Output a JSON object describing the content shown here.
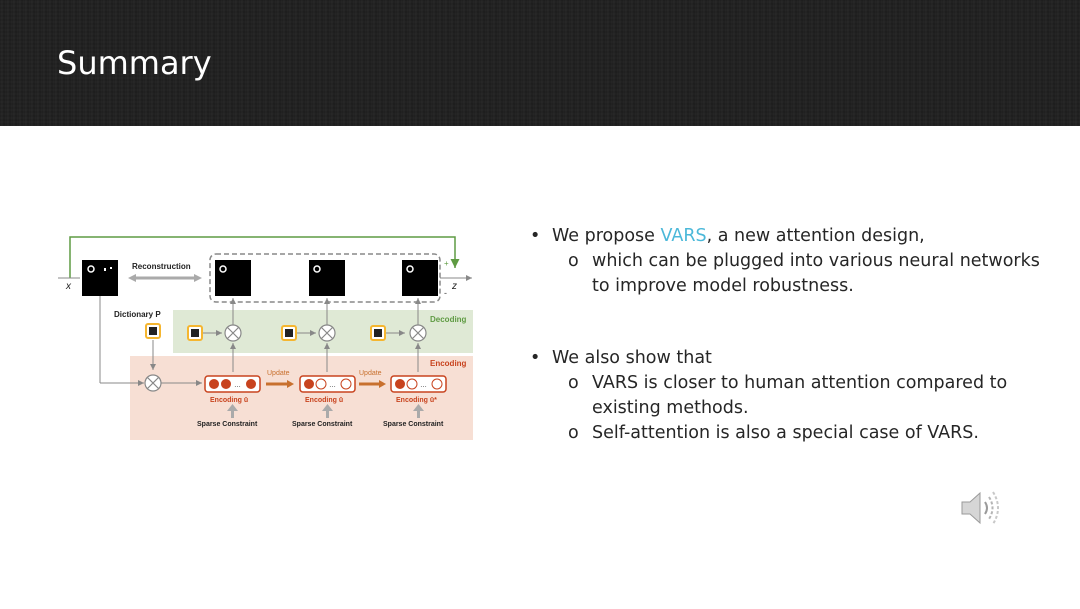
{
  "slide": {
    "title": "Summary"
  },
  "figure": {
    "reconstruction_label": "Reconstruction",
    "dictionary_label": "Dictionary P",
    "decoding_label": "Decoding",
    "encoding_label": "Encoding",
    "update_label": "Update",
    "encoding_u_label": "Encoding ū",
    "encoding_u_star_label": "Encoding ū*",
    "sparse_constraint_label": "Sparse Constraint",
    "x_label": "x",
    "z_label": "z",
    "plus_label": "+",
    "minus_label": "-",
    "ellipsis": "…",
    "colors": {
      "decoding_band": "#dfe9d5",
      "encoding_band": "#f7dfd4",
      "encoding_red": "#c8431e",
      "arrow_orange": "#c8702e",
      "loop_green": "#5f9b43",
      "dict_yellow": "#f5b630"
    }
  },
  "bullets": {
    "b1_prefix": "We propose ",
    "b1_highlight": "VARS",
    "b1_suffix": ", a new attention design,",
    "b1_sub1": " which can be plugged into various neural networks to improve model robustness.",
    "b2": "We also show that",
    "b2_sub1": "VARS is closer to human attention compared to existing methods.",
    "b2_sub2": "Self-attention is also a special case of VARS.",
    "highlight_color": "#4bb8d9"
  },
  "audio": {
    "icon": "speaker-icon"
  }
}
